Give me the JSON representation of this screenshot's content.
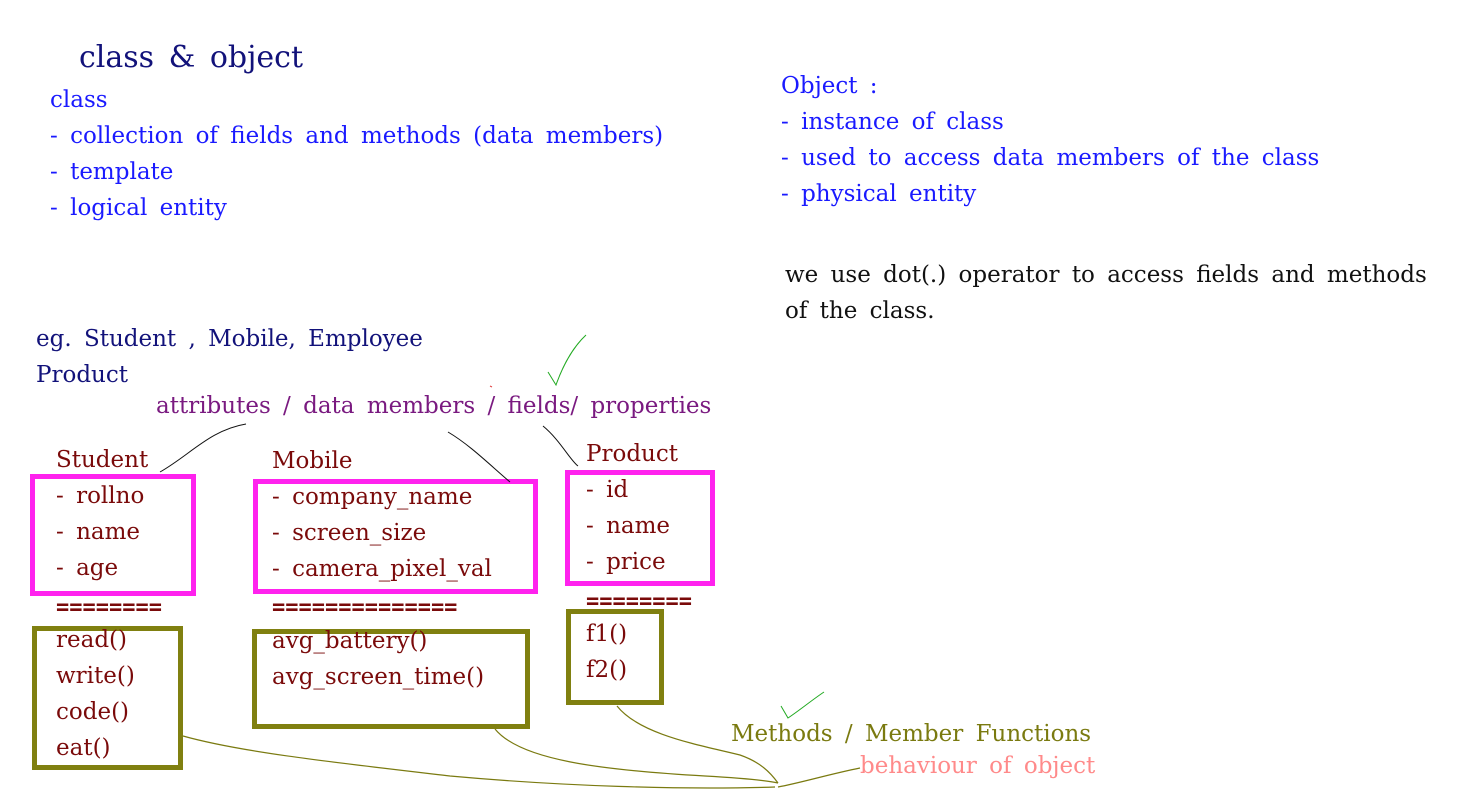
{
  "title": "class & object",
  "class_section": {
    "heading": "class",
    "points": [
      "- collection of fields and methods (data members)",
      "- template",
      "- logical entity"
    ]
  },
  "object_section": {
    "heading": "Object :",
    "points": [
      "- instance of class",
      "- used to access data members of the class",
      "- physical entity"
    ]
  },
  "dot_note": [
    "we use dot(.) operator to access fields and methods",
    "of the class."
  ],
  "examples": [
    "eg. Student , Mobile, Employee",
    "Product"
  ],
  "attributes_label": "attributes / data members / fields/ properties",
  "cards": [
    {
      "name": "Student",
      "fields": [
        "- rollno",
        "- name",
        "- age"
      ],
      "separator": "========",
      "methods": [
        "read()",
        "write()",
        "code()",
        "eat()"
      ]
    },
    {
      "name": "Mobile",
      "fields": [
        "- company_name",
        "- screen_size",
        "- camera_pixel_val"
      ],
      "separator": "==============",
      "methods": [
        "avg_battery()",
        "avg_screen_time()"
      ]
    },
    {
      "name": "Product",
      "fields": [
        "- id",
        "- name",
        "- price"
      ],
      "separator": "========",
      "methods": [
        "f1()",
        "f2()"
      ]
    }
  ],
  "methods_label": "Methods / Member Functions",
  "behaviour_label": "behaviour of object",
  "colors": {
    "blue_text": "#1a1aff",
    "navy_text": "#12127a",
    "maroon_text": "#7a0a0a",
    "purple_text": "#7a1a80",
    "olive_text": "#7a7a10",
    "pink_text": "#ff8a8a",
    "field_box_border": "#ff22ee",
    "method_box_border": "#808010"
  }
}
